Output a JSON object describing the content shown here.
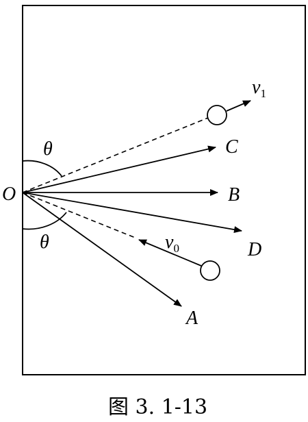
{
  "diagram": {
    "origin_label": "O",
    "angle_top_label": "θ",
    "angle_bottom_label": "θ",
    "labels": {
      "C": "C",
      "B": "B",
      "D": "D",
      "A": "A"
    },
    "v1": {
      "symbol": "v",
      "subscript": "1"
    },
    "v0": {
      "symbol": "v",
      "subscript": "0"
    }
  },
  "caption": "图 3. 1-13"
}
